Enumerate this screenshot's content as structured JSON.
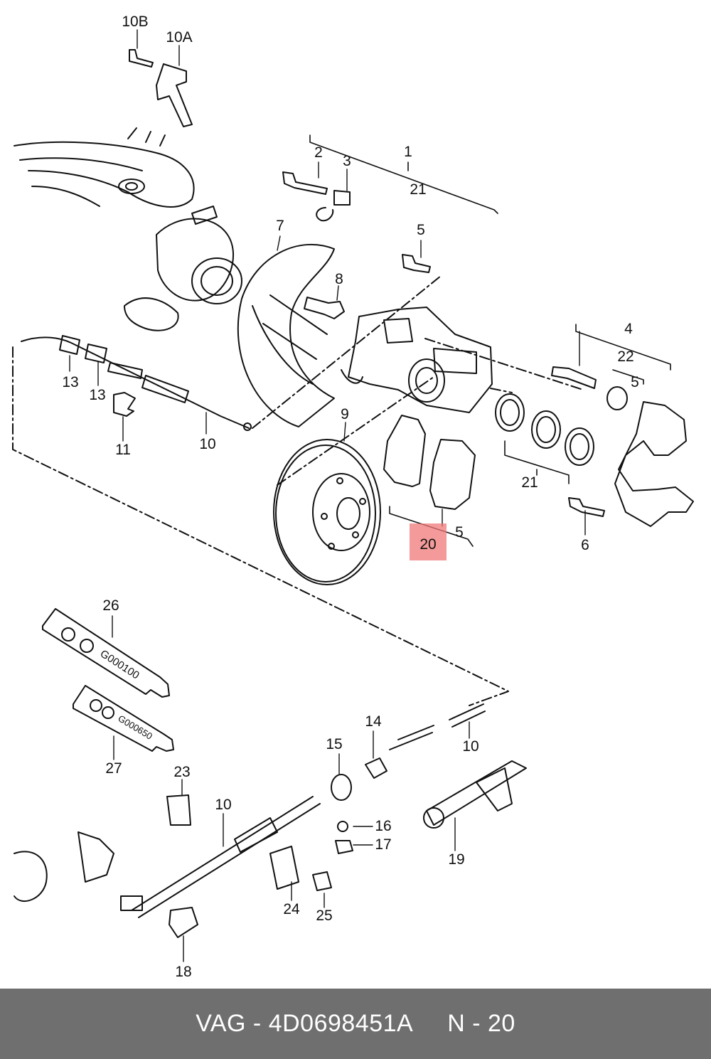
{
  "diagram": {
    "labels": [
      "10B",
      "10A",
      "1",
      "21",
      "2",
      "3",
      "5",
      "7",
      "8",
      "4",
      "22",
      "5",
      "13",
      "13",
      "11",
      "10",
      "9",
      "21",
      "5",
      "20",
      "6",
      "26",
      "27",
      "14",
      "10",
      "15",
      "23",
      "10",
      "16",
      "17",
      "19",
      "24",
      "25",
      "18"
    ],
    "highlighted_label": "20",
    "tube_labels": [
      "G000100",
      "G000650"
    ]
  },
  "footer": {
    "part_number": "VAG - 4D0698451A",
    "page": "N - 20"
  }
}
